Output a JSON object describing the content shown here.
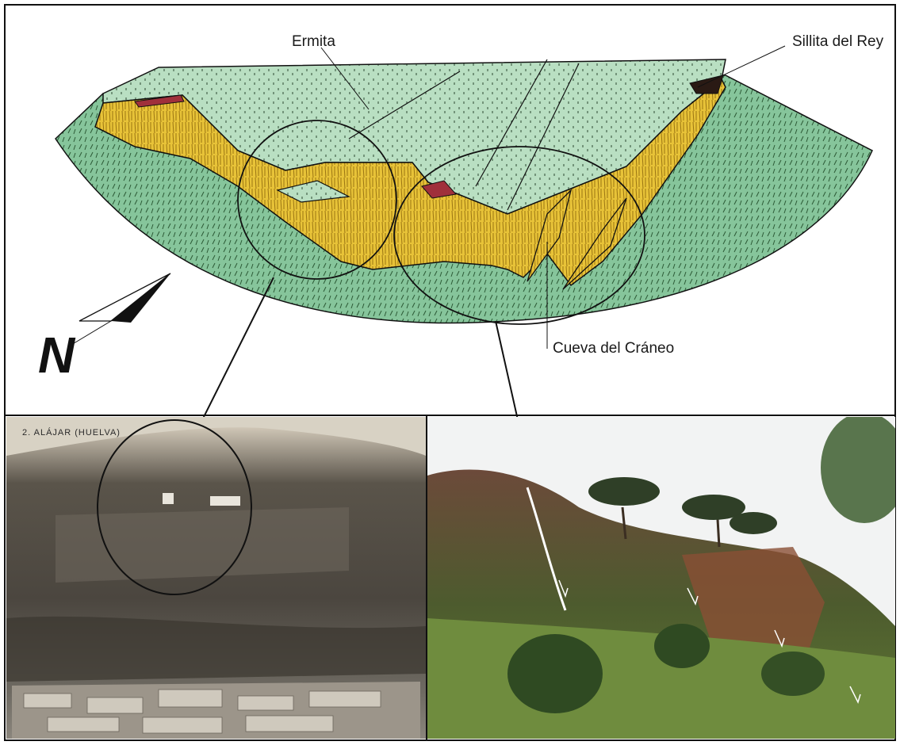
{
  "figure": {
    "labels": {
      "ermita": "Ermita",
      "sillita": "Sillita del Rey",
      "cueva": "Cueva del Cráneo",
      "north": "N"
    },
    "postcard_caption": "2.  ALÁJAR (HUELVA)",
    "colors": {
      "grass": "#7fbf95",
      "plateau": "#bfe0c4",
      "cliff": "#e7c43a",
      "cliff_dark": "#b98f1c",
      "reddish": "#a0303b",
      "outline": "#111111",
      "sepia_sky": "#d8d2c4",
      "photo_sky": "#f2f3f3",
      "vegetation": "#3d5a2c"
    }
  }
}
